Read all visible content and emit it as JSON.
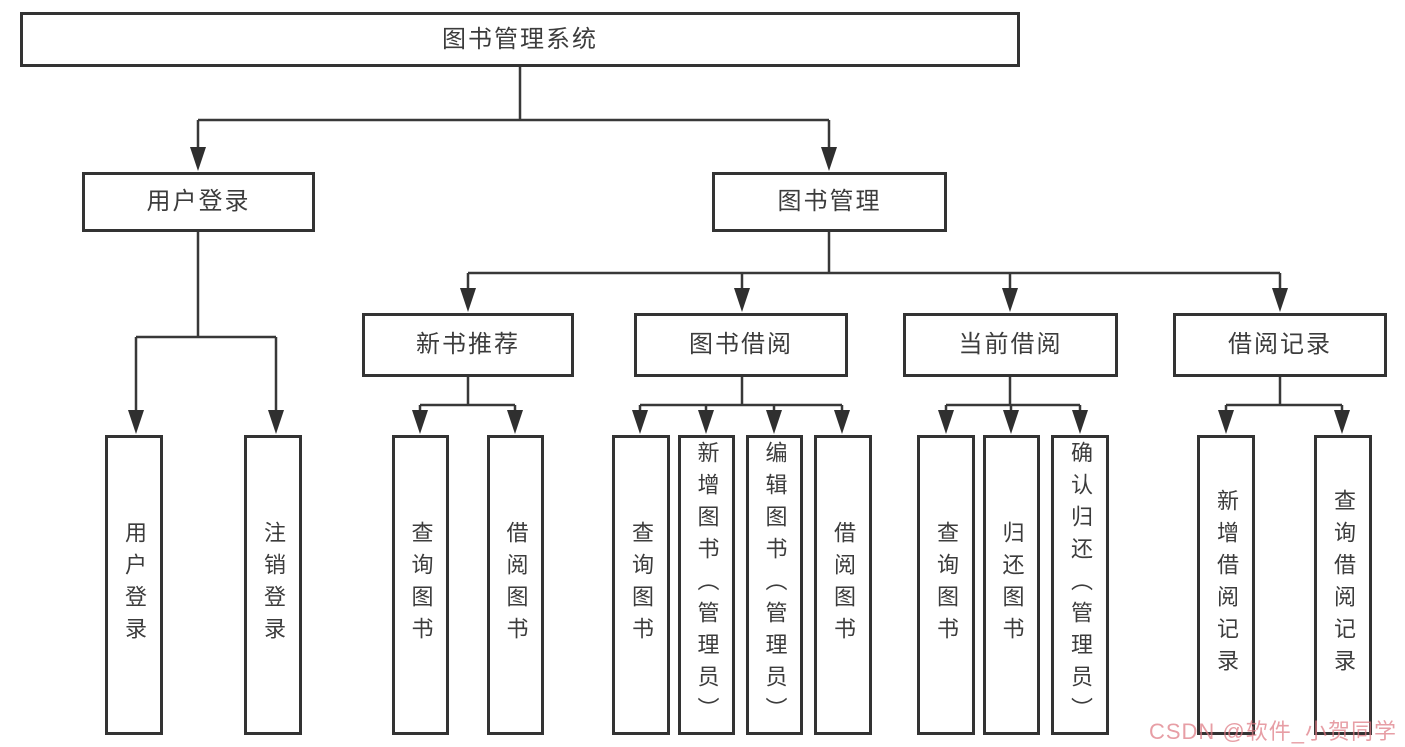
{
  "title": "图书管理系统",
  "tree": {
    "label": "图书管理系统",
    "children": [
      {
        "label": "用户登录",
        "children": [
          {
            "label": "用户登录"
          },
          {
            "label": "注销登录"
          }
        ]
      },
      {
        "label": "图书管理",
        "children": [
          {
            "label": "新书推荐",
            "children": [
              {
                "label": "查询图书"
              },
              {
                "label": "借阅图书"
              }
            ]
          },
          {
            "label": "图书借阅",
            "children": [
              {
                "label": "查询图书"
              },
              {
                "label": "新增图书（管理员）"
              },
              {
                "label": "编辑图书（管理员）"
              },
              {
                "label": "借阅图书"
              }
            ]
          },
          {
            "label": "当前借阅",
            "children": [
              {
                "label": "查询图书"
              },
              {
                "label": "归还图书"
              },
              {
                "label": "确认归还（管理员）"
              }
            ]
          },
          {
            "label": "借阅记录",
            "children": [
              {
                "label": "新增借阅记录"
              },
              {
                "label": "查询借阅记录"
              }
            ]
          }
        ]
      }
    ]
  },
  "watermark": {
    "text": "CSDN @软件_小贺同学"
  },
  "colors": {
    "line": "#383838",
    "arrow_fill": "#2f2f2f",
    "box_border": "#333333",
    "text": "#3c3c3c",
    "background": "#ffffff",
    "watermark": "#de828c"
  }
}
